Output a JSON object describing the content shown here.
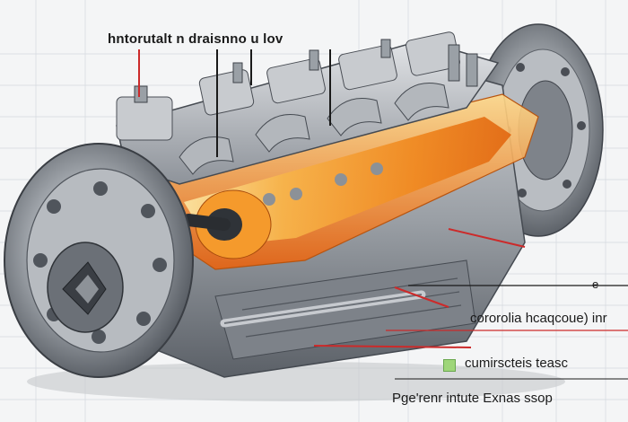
{
  "labels": {
    "top": "hntorutalt n  draisnno u lov",
    "right_small": "e",
    "callout_1": "cororolia hcaqcoue) inr",
    "callout_2": "cumirscteis teasc",
    "callout_3": "Pge'renr intute Exnas ssop"
  },
  "colors": {
    "metal": "#a9adb3",
    "metal_dark": "#5d6168",
    "hot_core": "#f39a2e",
    "leader_red": "#cc2a2a",
    "leader_black": "#1a1a1a",
    "swatch_green": "#9fd67a"
  }
}
